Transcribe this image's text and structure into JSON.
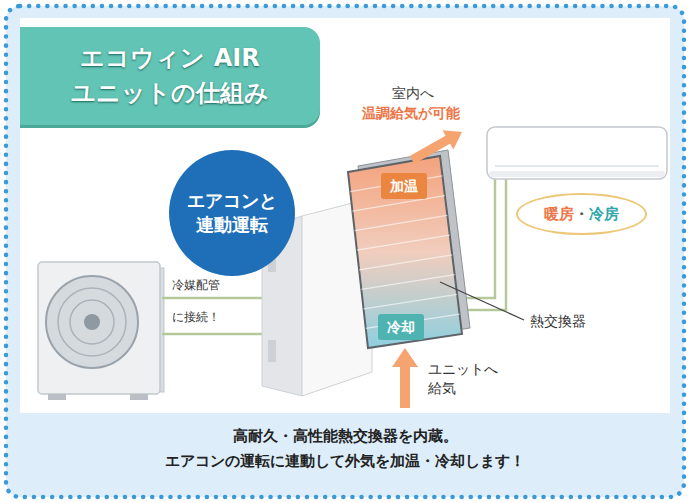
{
  "diagram": {
    "title": "エコウィン AIR ユニットの仕組み",
    "caption": "高耐久・高性能熱交換器を内蔵。 エアコンの運転に連動して外気を加温・冷却します！",
    "nodes": [
      {
        "text": [
          "エアコンと 連動運転"
        ]
      },
      {
        "text": [
          "加温"
        ]
      },
      {
        "text": [
          "暖房",
          "・",
          "冷房"
        ]
      },
      {
        "text": [
          "冷却"
        ]
      }
    ],
    "labels": [
      "室内へ",
      "温調給気が可能",
      "冷媒配管",
      "に接続！",
      "熱交換器",
      "ユニットへ 給気"
    ]
  }
}
